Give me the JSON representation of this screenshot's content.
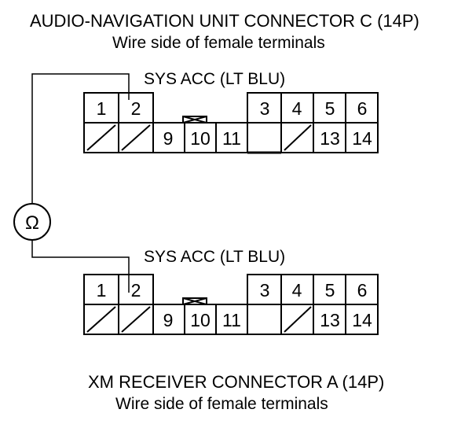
{
  "top_connector": {
    "title": "AUDIO-NAVIGATION UNIT CONNECTOR C (14P)",
    "subtitle": "Wire side of female terminals",
    "wire_label": "SYS ACC (LT BLU)",
    "pins_top": [
      "1",
      "2",
      "3",
      "4",
      "5",
      "6"
    ],
    "pins_bottom": [
      "9",
      "10",
      "11",
      "13",
      "14"
    ]
  },
  "bottom_connector": {
    "title": "XM RECEIVER CONNECTOR A (14P)",
    "subtitle": "Wire side of female terminals",
    "wire_label": "SYS ACC (LT BLU)",
    "pins_top": [
      "1",
      "2",
      "3",
      "4",
      "5",
      "6"
    ],
    "pins_bottom": [
      "9",
      "10",
      "11",
      "13",
      "14"
    ]
  },
  "meter": {
    "symbol": "Ω",
    "icon": "ohmmeter-icon"
  }
}
